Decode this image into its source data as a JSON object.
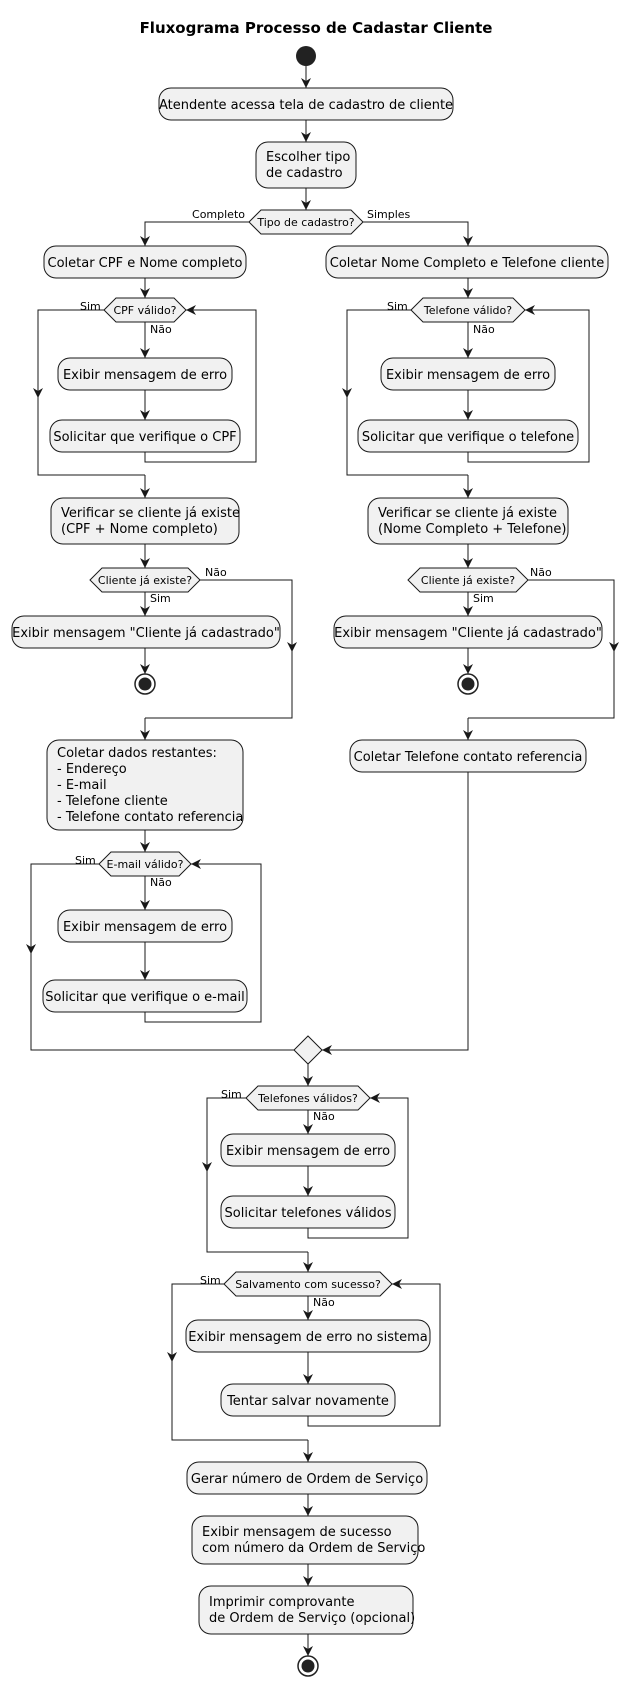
{
  "title": "Fluxograma Processo de Cadastar Cliente",
  "colors": {
    "node_fill": "#f1f1f1",
    "node_stroke": "#181818",
    "edge": "#181818",
    "dot": "#222222"
  },
  "actions": {
    "acessa_tela": "Atendente acessa tela de cadastro de cliente",
    "escolher_tipo": [
      "Escolher tipo",
      "de cadastro"
    ],
    "coletar_cpf_nome": "Coletar CPF e Nome completo",
    "erro_cpf": "Exibir mensagem de erro",
    "solicitar_cpf": "Solicitar que verifique o CPF",
    "verificar_cpf": [
      "Verificar se cliente já existe",
      "(CPF + Nome completo)"
    ],
    "ja_cadastrado_completo": "Exibir mensagem \"Cliente já cadastrado\"",
    "coletar_restantes": [
      "Coletar dados restantes:",
      "- Endereço",
      "- E-mail",
      "- Telefone cliente",
      "- Telefone contato referencia"
    ],
    "erro_email": "Exibir mensagem de erro",
    "solicitar_email": "Solicitar que verifique o e-mail",
    "coletar_nome_tel": "Coletar Nome Completo e Telefone cliente",
    "erro_tel": "Exibir mensagem de erro",
    "solicitar_tel": "Solicitar que verifique o telefone",
    "verificar_tel": [
      "Verificar se cliente já existe",
      "(Nome Completo + Telefone)"
    ],
    "ja_cadastrado_simples": "Exibir mensagem \"Cliente já cadastrado\"",
    "coletar_tel_ref": "Coletar Telefone contato referencia",
    "erro_telefones": "Exibir mensagem de erro",
    "solicitar_telefones": "Solicitar telefones válidos",
    "erro_sistema": "Exibir mensagem de erro no sistema",
    "tentar_salvar": "Tentar salvar novamente",
    "gerar_os": "Gerar número de Ordem de Serviço",
    "msg_sucesso": [
      "Exibir mensagem de sucesso",
      "com número da Ordem de Serviço"
    ],
    "imprimir": [
      "Imprimir comprovante",
      "de Ordem de Serviço (opcional)"
    ]
  },
  "decisions": {
    "tipo": "Tipo de cadastro?",
    "cpf": "CPF válido?",
    "existe_completo": "Cliente já existe?",
    "email": "E-mail válido?",
    "telefone": "Telefone válido?",
    "existe_simples": "Cliente já existe?",
    "telefones": "Telefones válidos?",
    "salvamento": "Salvamento com sucesso?"
  },
  "edge_labels": {
    "completo": "Completo",
    "simples": "Simples",
    "sim": "Sim",
    "nao": "Não"
  }
}
